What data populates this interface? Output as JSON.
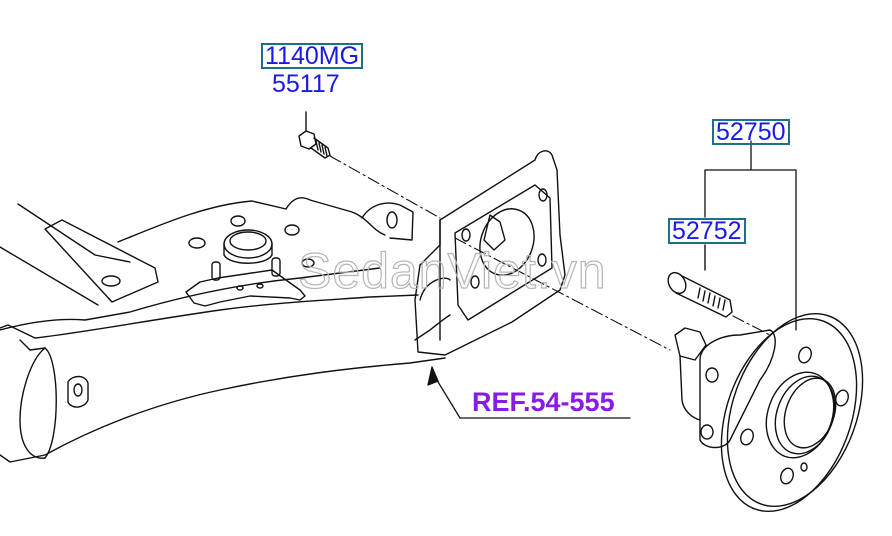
{
  "diagram": {
    "type": "exploded-parts-diagram",
    "subject": "rear axle / hub bearing assembly"
  },
  "labels": {
    "bolt_code": "1140MG",
    "bolt_part": "55117",
    "hub_assembly": "52750",
    "hub_bolt": "52752",
    "reference": "REF.54-555"
  },
  "watermark": "SedanViet.vn",
  "colors": {
    "part_number": "#1a1ae6",
    "reference": "#8a1ae6",
    "box_border": "#1f6f8b",
    "line": "#111111",
    "watermark": "#b5b5b5"
  }
}
